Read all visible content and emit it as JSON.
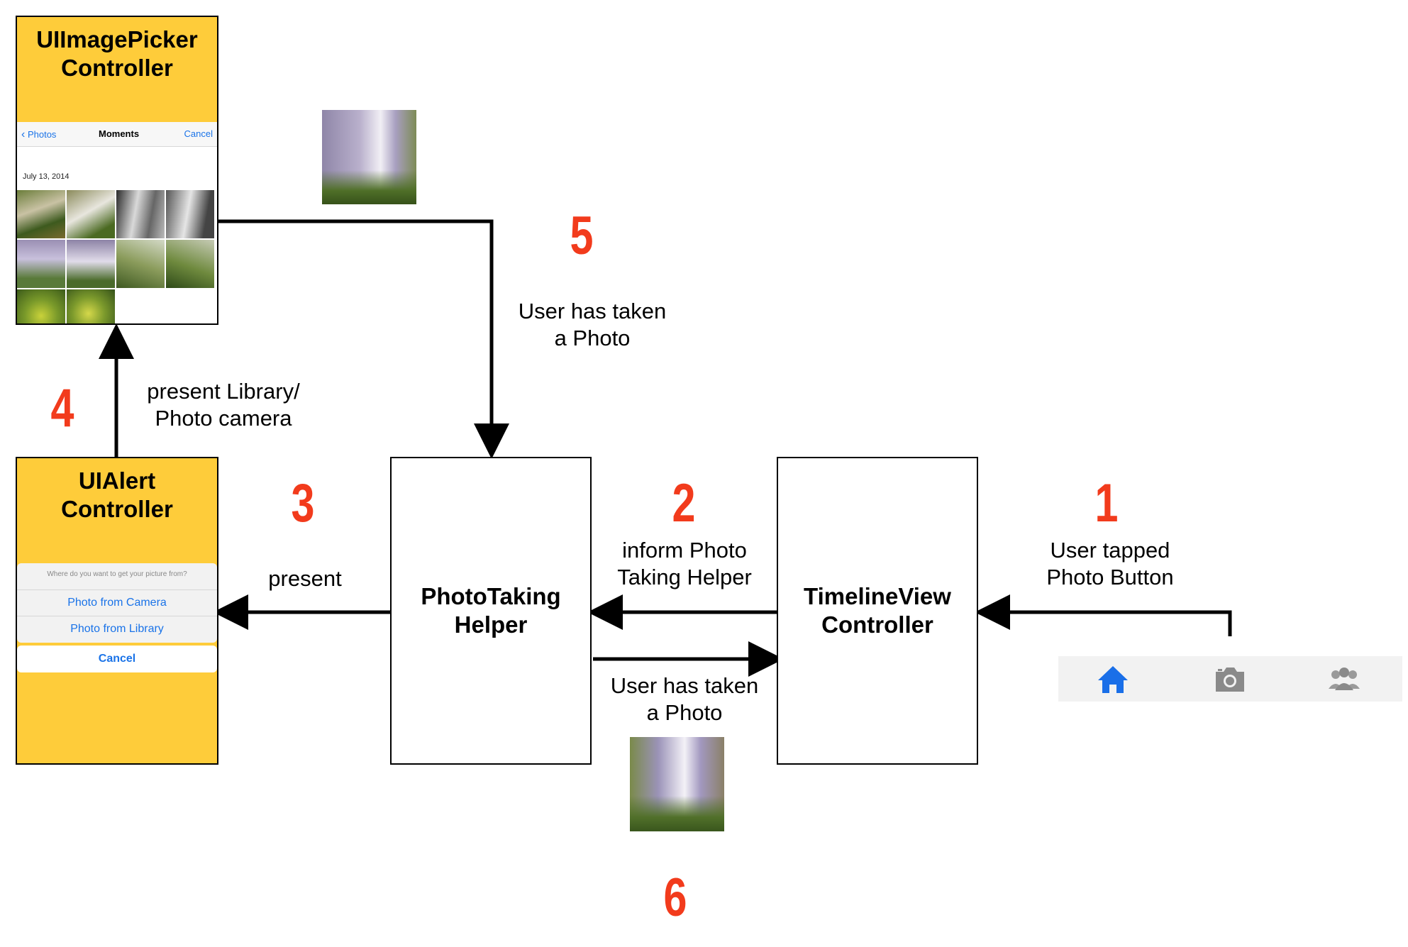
{
  "diagram": {
    "picker": {
      "title": "UIImagePicker\nController",
      "nav_back": "Photos",
      "nav_title": "Moments",
      "nav_cancel": "Cancel",
      "date": "July 13, 2014"
    },
    "alert": {
      "title": "UIAlert\nController",
      "prompt": "Where do you want to get your picture from?",
      "option_camera": "Photo from Camera",
      "option_library": "Photo from Library",
      "cancel": "Cancel"
    },
    "helper_box": "PhotoTaking\nHelper",
    "timeline_box": "TimelineView\nController",
    "steps": {
      "s1": "1",
      "s2": "2",
      "s3": "3",
      "s4": "4",
      "s5": "5",
      "s6": "6"
    },
    "labels": {
      "user_tapped": "User tapped\nPhoto Button",
      "inform": "inform Photo\nTaking Helper",
      "present": "present",
      "present_library": "present Library/\nPhoto camera",
      "taken_top": "User has taken\na Photo",
      "taken_bottom": "User has taken\na Photo"
    },
    "tabbar_icons": [
      "home-icon",
      "camera-icon",
      "friends-icon"
    ],
    "colors": {
      "step_red": "#f23b1c",
      "screen_yellow": "#fecc3a",
      "ios_blue": "#1a73e8"
    }
  }
}
